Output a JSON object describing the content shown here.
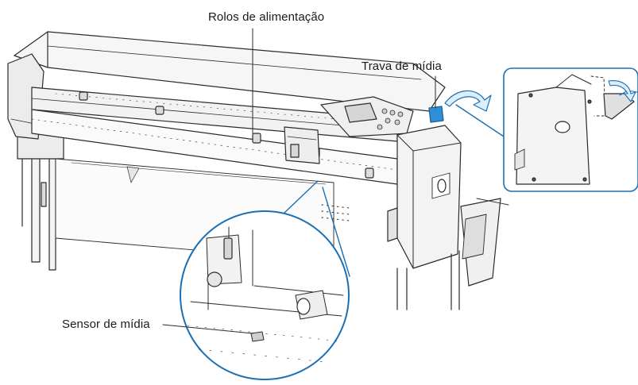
{
  "labels": {
    "feed_rollers": "Rolos de alimentação",
    "media_lock": "Trava de mídia",
    "media_sensor": "Sensor de mídia"
  },
  "colors": {
    "line": "#2b2b2b",
    "callout_blue": "#1b6fb5",
    "arrow_blue": "#2f8fd6",
    "arrow_fill": "#dceefb",
    "body_light": "#f4f4f4",
    "body_shade": "#e2e2e2"
  }
}
